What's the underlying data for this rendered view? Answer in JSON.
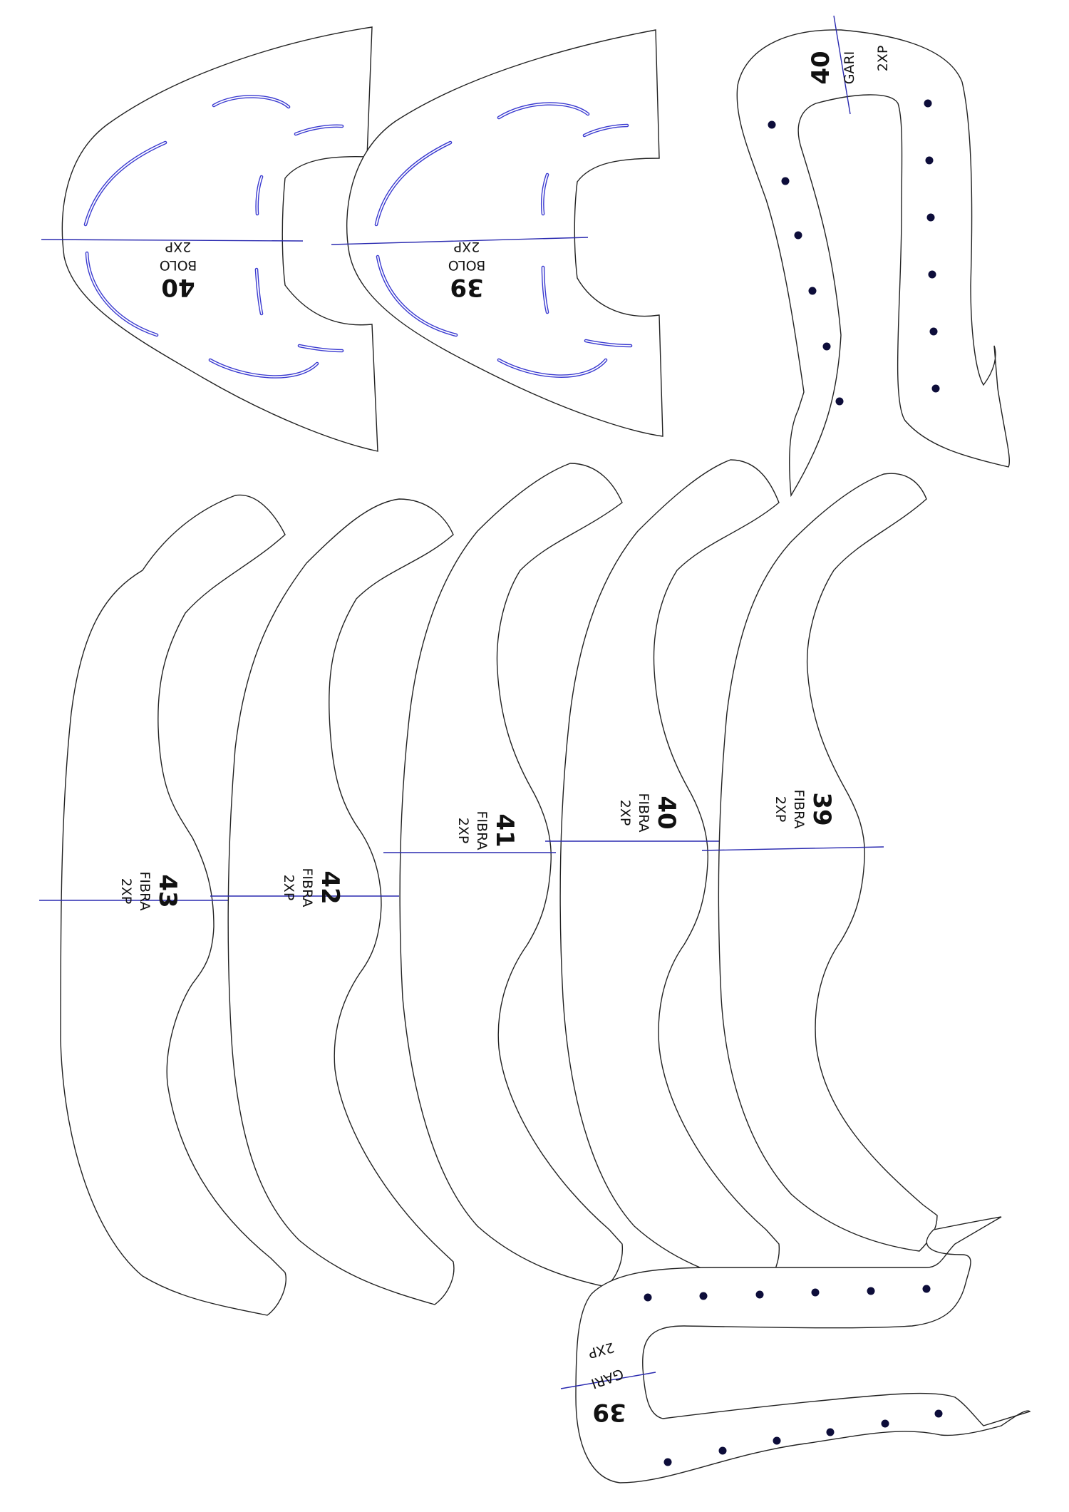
{
  "sheet": {
    "background": "#ffffff",
    "outline_color": "#222222",
    "guide_color": "#2a2ab0",
    "dot_color": "#0d0d3a"
  },
  "pieces": {
    "bolo_40": {
      "size": "40",
      "material": "BOLO",
      "quantity": "2XP"
    },
    "bolo_39": {
      "size": "39",
      "material": "BOLO",
      "quantity": "2XP"
    },
    "gari_40": {
      "size": "40",
      "material": "GARI",
      "quantity": "2XP"
    },
    "gari_39": {
      "size": "39",
      "material": "GARI",
      "quantity": "2XP"
    },
    "fibra_43": {
      "size": "43",
      "material": "FIBRA",
      "quantity": "2XP"
    },
    "fibra_42": {
      "size": "42",
      "material": "FIBRA",
      "quantity": "2XP"
    },
    "fibra_41": {
      "size": "41",
      "material": "FIBRA",
      "quantity": "2XP"
    },
    "fibra_40": {
      "size": "40",
      "material": "FIBRA",
      "quantity": "2XP"
    },
    "fibra_39": {
      "size": "39",
      "material": "FIBRA",
      "quantity": "2XP"
    }
  }
}
